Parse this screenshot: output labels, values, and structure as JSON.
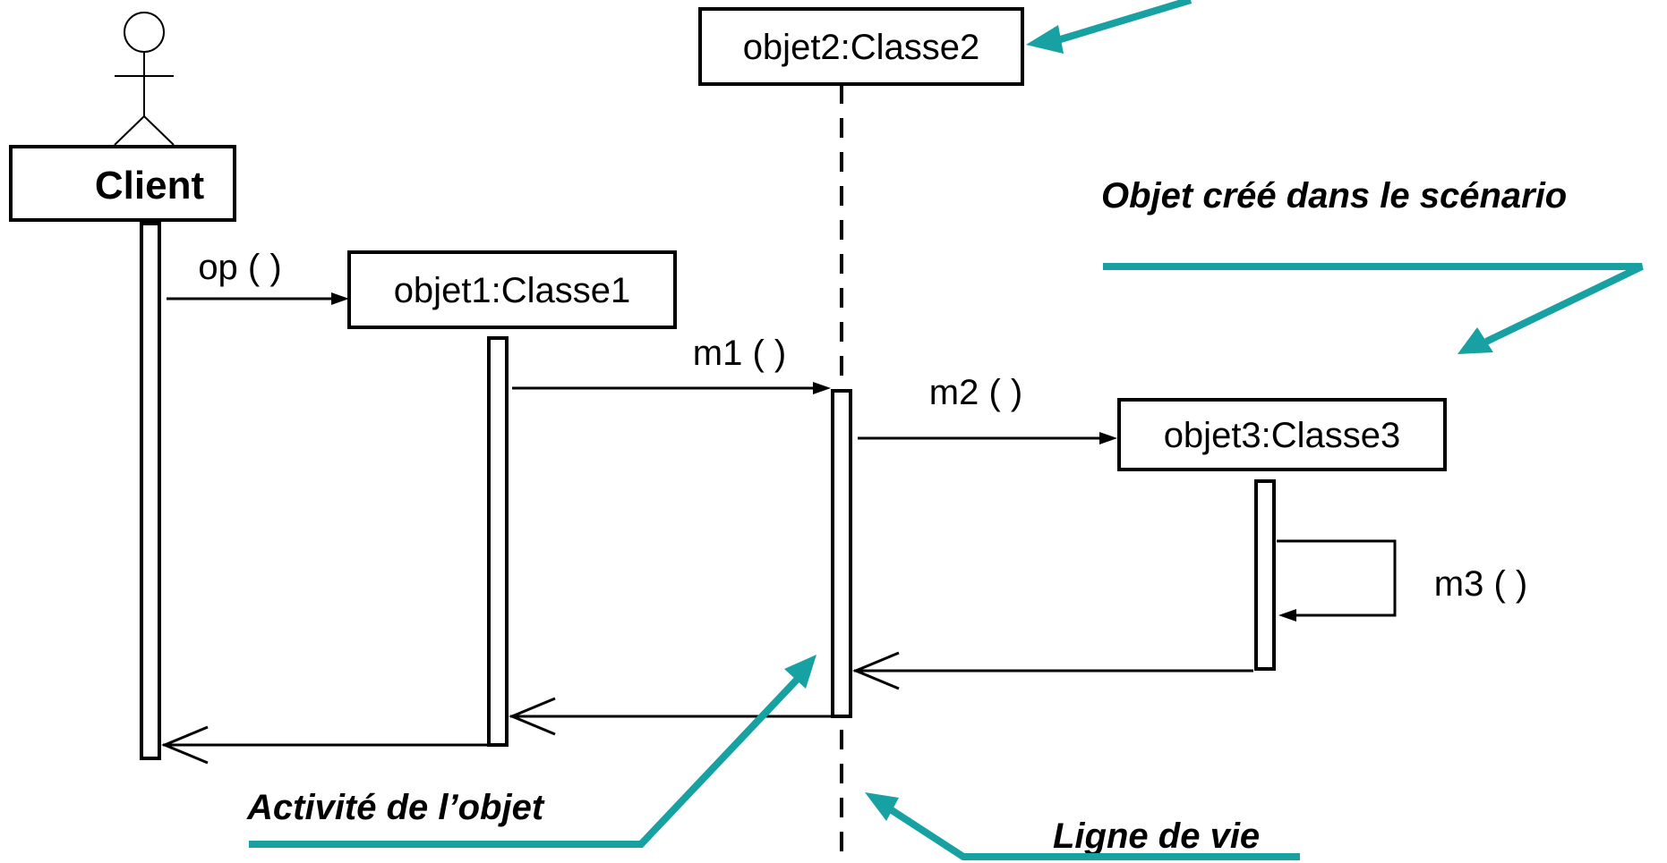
{
  "diagram": {
    "actor": {
      "name": "Client"
    },
    "objects": {
      "obj1": "objet1:Classe1",
      "obj2": "objet2:Classe2",
      "obj3": "objet3:Classe3"
    },
    "messages": {
      "op": "op ( )",
      "m1": "m1 ( )",
      "m2": "m2 ( )",
      "m3": "m3 ( )"
    },
    "annotations": {
      "created_object": "Objet créé dans le scénario",
      "activation": "Activité de l’objet",
      "lifeline": "Ligne de vie"
    }
  },
  "colors": {
    "annotation": "#17a1a2",
    "ink": "#000000",
    "background": "#ffffff"
  }
}
